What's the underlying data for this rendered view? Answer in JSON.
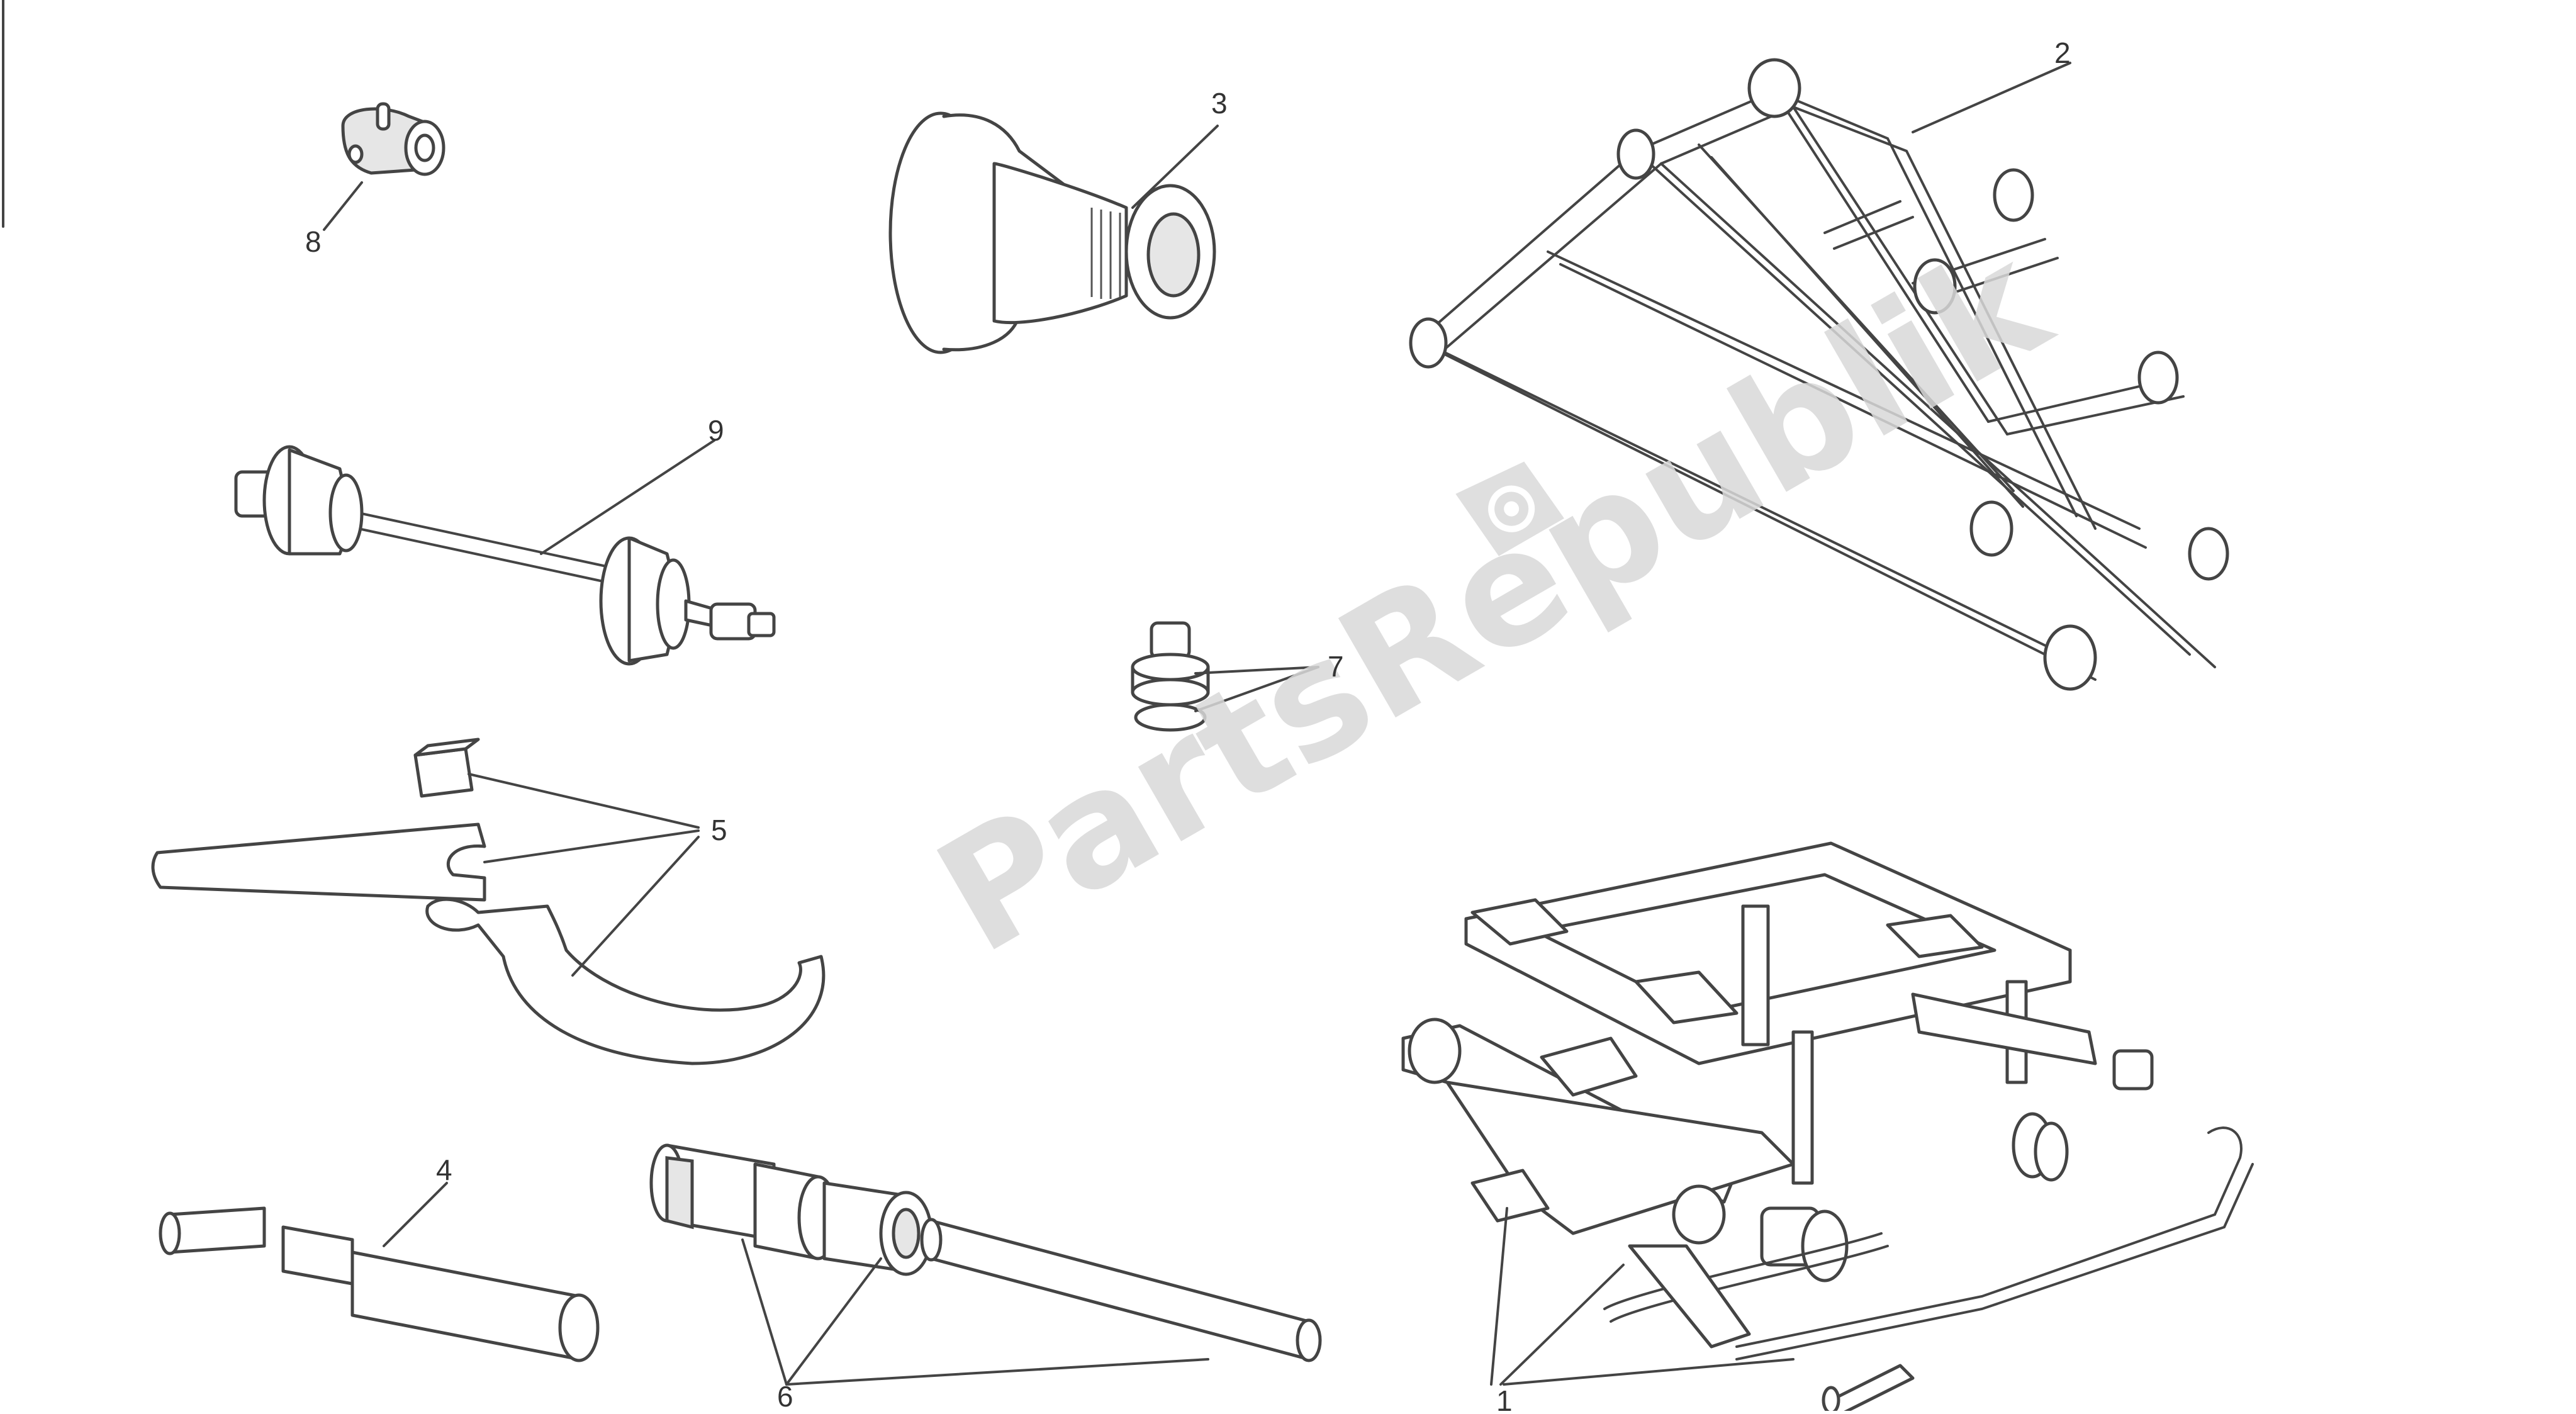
{
  "diagram": {
    "callouts": [
      "1",
      "2",
      "3",
      "4",
      "5",
      "6",
      "7",
      "8",
      "9"
    ]
  },
  "watermark": {
    "text": "PartsRepublik",
    "icon": "gear-icon",
    "color": "#d9d9d9"
  }
}
